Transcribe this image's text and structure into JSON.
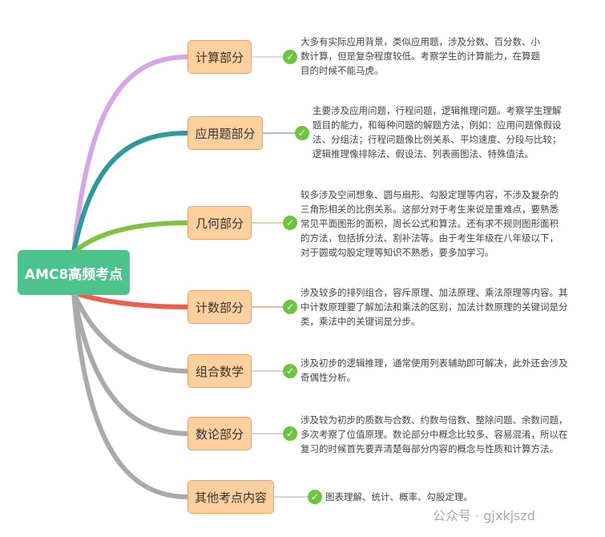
{
  "root": {
    "label": "AMC8高频考点",
    "color": "#4cc38a"
  },
  "branches": [
    {
      "label": "计算部分",
      "color": "#d7a6e6",
      "desc": "大多有实际应用背景，类似应用题，涉及分数、百分数、小数计算，但是复杂程度较低。考察学生的计算能力，在算题目的时候不能马虎。"
    },
    {
      "label": "应用题部分",
      "color": "#2e9a9e",
      "desc": "主要涉及应用问题，行程问题，逻辑推理问题。考察学生理解题目的能力，和每种问题的解题方法，例如：应用问题像假设法、分组法；行程问题像比例关系、平均速度、分段与比较；逻辑推理像排除法、假设法、列表画图法、特殊值法。"
    },
    {
      "label": "几何部分",
      "color": "#80c343",
      "desc": "较多涉及空间想象、圆与扇形、勾股定理等内容，不涉及复杂的三角形相关的比例关系。这部分对于考生来说是重难点，要熟悉常见平面图形的面积，周长公式和算法。还有求不规则图形面积的方法，包括拆分法、割补法等。由于考生年级在八年级以下，对于圆或勾股定理等知识不熟悉，要多加学习。"
    },
    {
      "label": "计数部分",
      "color": "#e8604c",
      "desc": "涉及较多的排列组合，容斥原理、加法原理、乘法原理等内容。其中计数原理要了解加法和乘法的区别，加法计数原理的关键词是分类，乘法中的关键词是分步。"
    },
    {
      "label": "组合数学",
      "color": "#aaaaaa",
      "desc": "涉及初步的逻辑推理，通常使用列表辅助即可解决，此外还会涉及奇偶性分析。"
    },
    {
      "label": "数论部分",
      "color": "#aaaaaa",
      "desc": "涉及较为初步的质数与合数、约数与倍数、整除问题、余数问题，多次考察了位值原理。数论部分中概念比较多、容易混淆，所以在复习的时候首先要弄清楚每部分内容的概念与性质和计算方法。"
    },
    {
      "label": "其他考点内容",
      "color": "#aaaaaa",
      "desc": "图表理解、统计、概率、勾股定理。"
    }
  ],
  "watermark": "公众号 · gjxkjszd"
}
